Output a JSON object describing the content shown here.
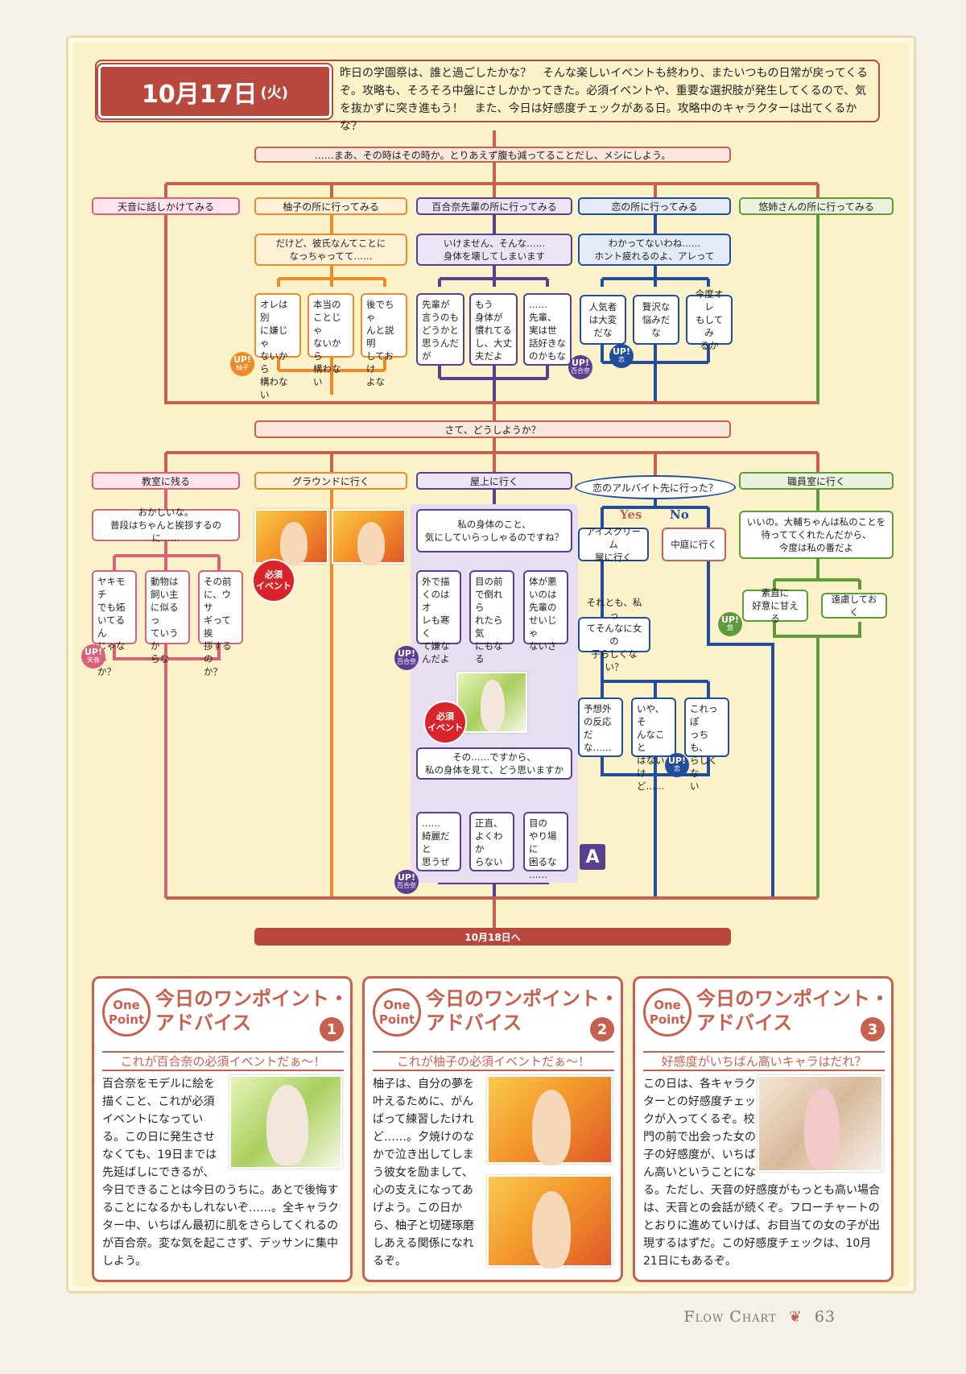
{
  "header": {
    "date": "10月17日",
    "weekday": "(火)",
    "intro": "昨日の学園祭は、誰と過ごしたかな？　そんな楽しいイベントも終わり、またいつもの日常が戻ってくるぞ。攻略も、そろそろ中盤にさしかかってきた。必須イベントや、重要な選択肢が発生してくるので、気を抜かずに突き進もう！　また、今日は好感度チェックがある日。攻略中のキャラクターは出てくるかな？"
  },
  "flow": {
    "top_bar": "……まあ、その時はその時か。とりあえず腹も減ってることだし、メシにしよう。",
    "choices1": [
      "天音に話しかけてみる",
      "柚子の所に行ってみる",
      "百合奈先輩の所に行ってみる",
      "恋の所に行ってみる",
      "悠姉さんの所に行ってみる"
    ],
    "responses1": {
      "yuzu": "だけど、彼氏なんてことに\nなっちゃってて……",
      "yurina": "いけません、そんな……\n身体を壊してしまいます",
      "ren": "わかってないわね……\nホント疲れるのよ、アレって"
    },
    "yuzu_opts": [
      "オレは別\nに嫌じゃ\nないから\n構わない",
      "本当の\nことじゃ\nないから\n構わない",
      "後でちゃ\nんと説明\nしておけ\nよな"
    ],
    "yurina_opts": [
      "先輩が\n言うのも\nどうかと\n思うんだ\nが",
      "もう\n身体が\n慣れてる\nし、大丈\n夫だよ",
      "……\n先輩、\n実は世\n話好きな\nのかもな"
    ],
    "ren_opts": [
      "人気者\nは大変\nだな",
      "贅沢な\n悩みだな",
      "今度オレ\nもしてみ\nるか"
    ],
    "mid_bar": "さて、どうしようか？",
    "choices2": [
      "教室に残る",
      "グラウンドに行く",
      "屋上に行く",
      "恋のアルバイト先に行った？",
      "職員室に行く"
    ],
    "amane_q": "おかしいな。\n普段はちゃんと挨拶するのに……",
    "amane_opts": [
      "ヤキモチ\nでも妬\nいてるん\nじゃない\nか？",
      "動物は\n飼い主\nに似るっ\nていうか\nらな",
      "その前\nに、ウサ\nギって挨\n拶するの\nか？"
    ],
    "yurina_q": "私の身体のこと、\n気にしていらっしゃるのですね？",
    "yurina_opts2": [
      "外で描\nくのはオ\nレも寒く\nて嫌な\nんだよ",
      "目の前\nで倒れら\nれたら気\nにもなる",
      "体が悪\nいのは\n先輩の\nせいじゃ\nないさ"
    ],
    "yurina_q2": "その……ですから、\n私の身体を見て、どう思いますか",
    "yurina_opts3": [
      "……\n綺麗だと\n思うぜ",
      "正直、\nよくわか\nらない",
      "目の\nやり場に\n困るな\n……"
    ],
    "yes": "Yes",
    "no": "No",
    "ren_yes": "アイスクリーム\n屋に行く",
    "ren_no": "中庭に行く",
    "ren_q": "それとも、私っ\nてそんなに女の\n子らしくない？",
    "ren_opts2": [
      "予想外\nの反応\nだな……",
      "いや、そ\nんなこと\nはないけ\nど……",
      "これっぽ\nっちも、\nらしくな\nい"
    ],
    "yu_q": "いいの。大輔ちゃんは私のことを\n待っててくれたんだから、\n今度は私の番だよ",
    "yu_opts": [
      "素直に\n好意に甘える",
      "遠慮しておく"
    ],
    "must_event": "必須\nイベント",
    "up": "UP!",
    "up_yuzu": "柚子",
    "up_yurina": "百合奈",
    "up_ren": "恋",
    "up_amane": "天音",
    "up_yu": "悠",
    "route_a": "A",
    "end_bar": "10月18日へ"
  },
  "panels": [
    {
      "badge": "One\nPoint",
      "title": "今日のワンポイント・\nアドバイス",
      "num": "1",
      "subtitle": "これが百合奈の必須イベントだぁ〜！",
      "body": "百合奈をモデルに絵を描くこと、これが必須イベントになっている。この日に発生させなくても、19日までは先延ばしにできるが、今日できることは今日のうちに。あとで後悔することになるかもしれないぞ……。全キャラクター中、いちばん最初に肌をさらしてくれるのが百合奈。変な気を起こさず、デッサンに集中しよう。"
    },
    {
      "badge": "One\nPoint",
      "title": "今日のワンポイント・\nアドバイス",
      "num": "2",
      "subtitle": "これが柚子の必須イベントだぁ〜！",
      "body": "柚子は、自分の夢を叶えるために、がんばって練習したけれど……。夕焼けのなかで泣き出してしまう彼女を励まして、心の支えになってあげよう。この日から、柚子と切磋琢磨しあえる関係になれるぞ。"
    },
    {
      "badge": "One\nPoint",
      "title": "今日のワンポイント・\nアドバイス",
      "num": "3",
      "subtitle": "好感度がいちばん高いキャラはだれ？",
      "body": "この日は、各キャラクターとの好感度チェックが入ってくるぞ。校門の前で出会った女の子の好感度が、いちばん高いということになる。ただし、天音の好感度がもっとも高い場合は、天音との会話が続くぞ。フローチャートのとおりに進めていけば、お目当ての女の子が出現するはずだ。この好感度チェックは、10月21日にもあるぞ。"
    }
  ],
  "footer": {
    "label": "Flow Chart",
    "page": "63"
  },
  "colors": {
    "red": "#c7604f",
    "pink": "#d9627a",
    "orange": "#f08a28",
    "purple": "#5a3e8f",
    "blue": "#224d9c",
    "green": "#5f9a3b"
  }
}
